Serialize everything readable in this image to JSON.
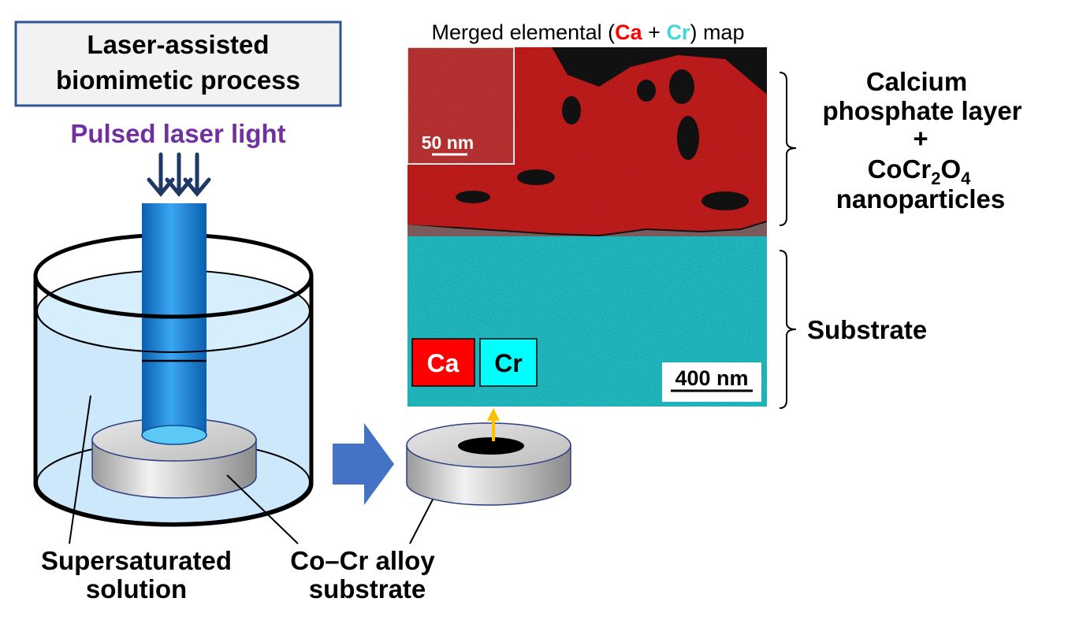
{
  "title_box": {
    "line1": "Laser-assisted",
    "line2": "biomimetic process"
  },
  "laser_label": "Pulsed laser light",
  "map": {
    "title_prefix": "Merged elemental (",
    "title_ca": "Ca",
    "title_plus": " + ",
    "title_cr": "Cr",
    "title_suffix": ") map",
    "inset_scale": "50 nm",
    "main_scale": "400 nm",
    "legend": [
      {
        "label": "Ca",
        "color": "#ff0000"
      },
      {
        "label": "Cr",
        "color": "#00ffff"
      }
    ]
  },
  "right_labels": {
    "layer_line1": "Calcium",
    "layer_line2": "phosphate layer",
    "layer_line3": "+",
    "layer_line4_main": "CoCr",
    "layer_line4_sub1": "2",
    "layer_line4_mid": "O",
    "layer_line4_sub2": "4",
    "layer_line5": "nanoparticles",
    "substrate": "Substrate"
  },
  "bottom_labels": {
    "solution_line1": "Supersaturated",
    "solution_line2": "solution",
    "alloy_line1": "Co–Cr alloy",
    "alloy_line2": "substrate"
  },
  "colors": {
    "title_border": "#2f5597",
    "laser_label": "#7030a0",
    "laser_arrows": "#1f3864",
    "laser_beam": "#1f8fe0",
    "solution": "#cde8fb",
    "process_arrow": "#4472c4",
    "yellow_arrow": "#ffc000",
    "ca_red": "#e02020",
    "cr_cyan": "#25d8e0"
  }
}
